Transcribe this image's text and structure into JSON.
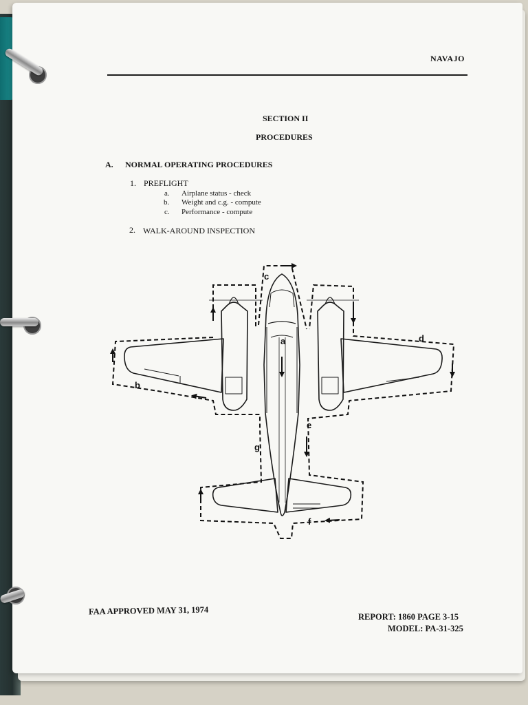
{
  "header": {
    "model_tag": "NAVAJO"
  },
  "section": {
    "number": "SECTION II",
    "title": "PROCEDURES"
  },
  "part_a": {
    "letter": "A.",
    "title": "NORMAL OPERATING PROCEDURES",
    "item1": {
      "number": "1.",
      "title": "PREFLIGHT",
      "subitems": [
        {
          "letter": "a.",
          "text": "Airplane status - check"
        },
        {
          "letter": "b.",
          "text": "Weight and c.g. - compute"
        },
        {
          "letter": "c.",
          "text": "Performance - compute"
        }
      ]
    },
    "item2": {
      "number": "2.",
      "title": "WALK-AROUND INSPECTION"
    }
  },
  "diagram": {
    "route_labels": [
      "a",
      "b",
      "c",
      "d",
      "e",
      "f",
      "g"
    ]
  },
  "footer": {
    "approval": "FAA APPROVED MAY 31, 1974",
    "report": "REPORT: 1860 PAGE 3-15",
    "model": "MODEL: PA-31-325"
  }
}
